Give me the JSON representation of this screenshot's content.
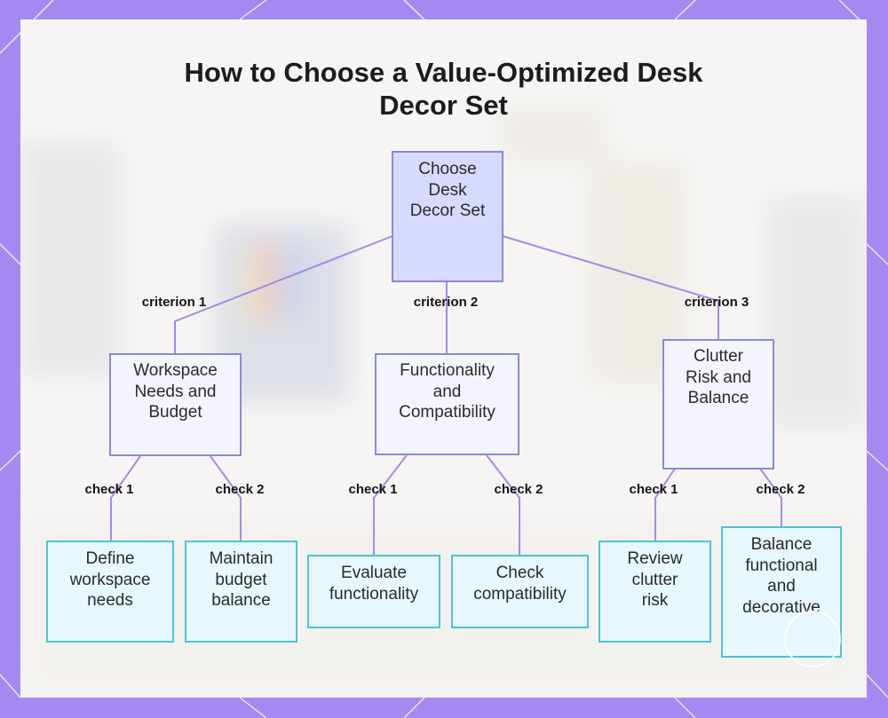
{
  "title_line1": "How to Choose a Value-Optimized Desk",
  "title_line2": "Decor Set",
  "colors": {
    "frame": "#a48af0",
    "edge": "#a68ae6",
    "root_fill": "#d8d9fe",
    "mid_fill": "#f3f4fe",
    "leaf_fill": "#e6f8fc",
    "leaf_border": "#4ec3d2"
  },
  "root": {
    "lines": [
      "Choose",
      "Desk",
      "Decor Set"
    ]
  },
  "criteria": [
    {
      "edge_label": "criterion 1",
      "lines": [
        "Workspace",
        "Needs and",
        "Budget"
      ]
    },
    {
      "edge_label": "criterion 2",
      "lines": [
        "Functionality",
        "and",
        "Compatibility"
      ]
    },
    {
      "edge_label": "criterion 3",
      "lines": [
        "Clutter",
        "Risk and",
        "Balance"
      ]
    }
  ],
  "checks": [
    {
      "edge_label": "check 1",
      "lines": [
        "Define",
        "workspace",
        "needs"
      ]
    },
    {
      "edge_label": "check 2",
      "lines": [
        "Maintain",
        "budget",
        "balance"
      ]
    },
    {
      "edge_label": "check 1",
      "lines": [
        "Evaluate",
        "functionality"
      ]
    },
    {
      "edge_label": "check 2",
      "lines": [
        "Check",
        "compatibility"
      ]
    },
    {
      "edge_label": "check 1",
      "lines": [
        "Review",
        "clutter",
        "risk"
      ]
    },
    {
      "edge_label": "check 2",
      "lines": [
        "Balance",
        "functional",
        "and",
        "decorative"
      ]
    }
  ]
}
